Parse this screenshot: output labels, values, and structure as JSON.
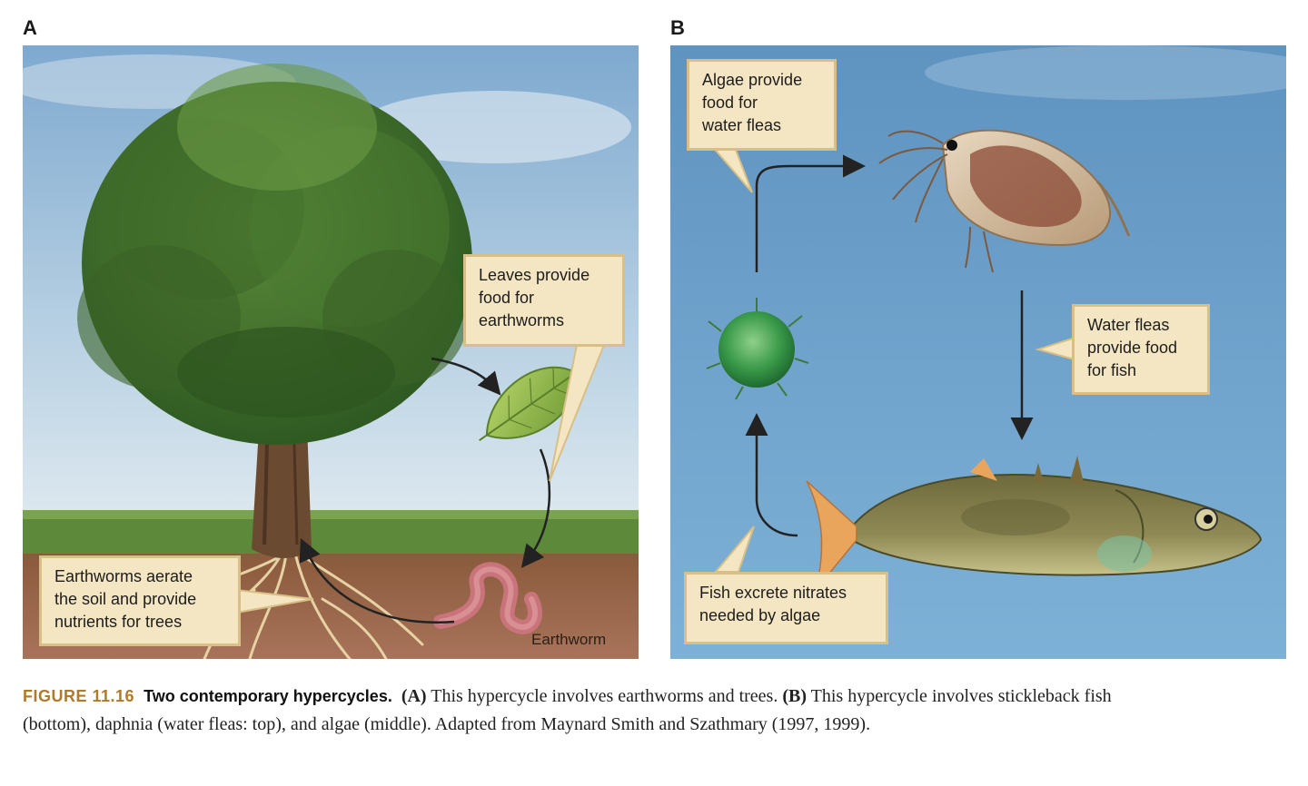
{
  "panels": {
    "a": {
      "letter": "A",
      "callouts": {
        "leaves": [
          "Leaves provide",
          "food for",
          "earthworms"
        ],
        "earthworms": [
          "Earthworms aerate",
          "the soil and provide",
          "nutrients for trees"
        ]
      },
      "earthworm_label": "Earthworm",
      "icons": [
        "tree-icon",
        "leaf-icon",
        "earthworm-icon",
        "roots-icon"
      ]
    },
    "b": {
      "letter": "B",
      "callouts": {
        "algae": [
          "Algae provide",
          "food for",
          "water fleas"
        ],
        "fleas": [
          "Water fleas",
          "provide food",
          "for fish"
        ],
        "fish": [
          "Fish excrete nitrates",
          "needed by algae"
        ]
      },
      "icons": [
        "water-flea-icon",
        "algae-icon",
        "stickleback-fish-icon"
      ]
    }
  },
  "caption": {
    "figure_number": "FIGURE 11.16",
    "title": "Two contemporary hypercycles.",
    "part_a_tag": "(A)",
    "part_a_text": "This hypercycle involves earthworms and trees.",
    "part_b_tag": "(B)",
    "part_b_text": "This hypercycle involves stickleback fish (bottom), daphnia (water fleas: top), and algae (middle). Adapted from Maynard Smith and Szathmary (1997, 1999)."
  },
  "colors": {
    "callout_fill": "#f5e6c3",
    "callout_border": "#d8bf86",
    "figure_number": "#b07a2a"
  }
}
